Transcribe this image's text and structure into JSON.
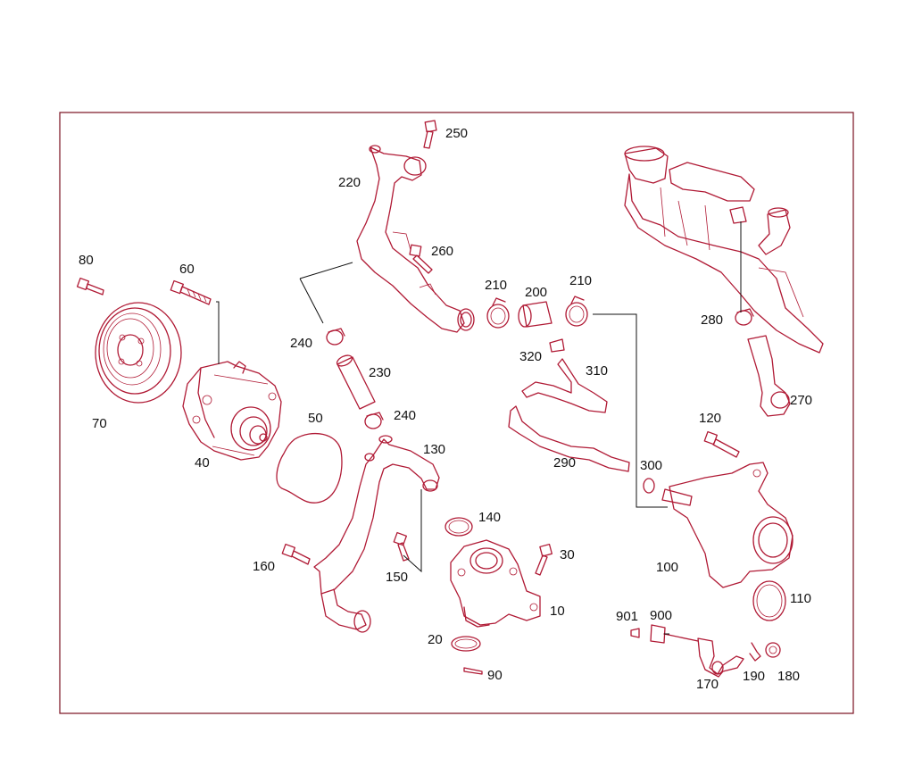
{
  "diagram": {
    "border_color": "#7a1020",
    "part_color": "#b01a35",
    "label_color": "#111111",
    "labels": {
      "p10": "10",
      "p20": "20",
      "p30": "30",
      "p40": "40",
      "p50": "50",
      "p60": "60",
      "p70": "70",
      "p80": "80",
      "p90": "90",
      "p100": "100",
      "p110": "110",
      "p120": "120",
      "p130": "130",
      "p140": "140",
      "p150": "150",
      "p160": "160",
      "p170": "170",
      "p180": "180",
      "p190": "190",
      "p200": "200",
      "p210a": "210",
      "p210b": "210",
      "p220": "220",
      "p230": "230",
      "p240a": "240",
      "p240b": "240",
      "p250": "250",
      "p260": "260",
      "p270": "270",
      "p280": "280",
      "p290": "290",
      "p300": "300",
      "p310": "310",
      "p320": "320",
      "p900": "900",
      "p901": "901"
    }
  }
}
